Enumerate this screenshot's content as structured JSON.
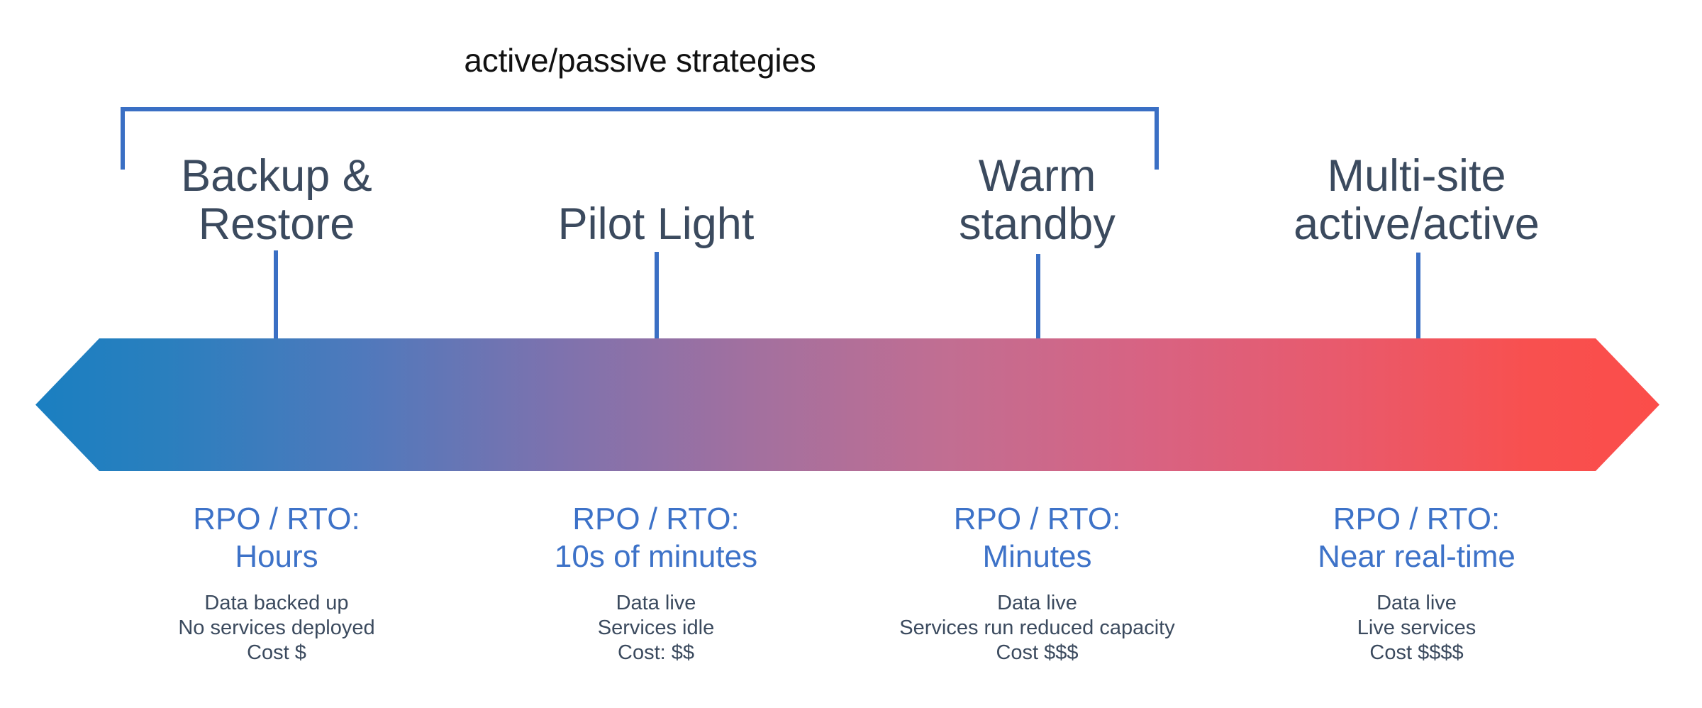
{
  "diagram": {
    "caption": "active/passive strategies",
    "bracket_label": "active/passive strategies",
    "accent_blue": "#3a6fc4",
    "heading_color": "#3b4a5e",
    "rpo_color": "#3d72c8",
    "gradient_start": "#1a7fc1",
    "gradient_end": "#fb4d4a",
    "strategies": [
      {
        "name": "Backup &\nRestore",
        "rpo_rto_label": "RPO / RTO:",
        "rpo_rto_value": "Hours",
        "rpo_rto": "RPO / RTO:\nHours",
        "details": "Data backed up\nNo services deployed\nCost $",
        "detail_lines": [
          "Data backed up",
          "No services deployed",
          "Cost $"
        ]
      },
      {
        "name": "Pilot Light",
        "rpo_rto_label": "RPO / RTO:",
        "rpo_rto_value": "10s of minutes",
        "rpo_rto": "RPO / RTO:\n10s of minutes",
        "details": "Data live\nServices idle\nCost: $$",
        "detail_lines": [
          "Data live",
          "Services idle",
          "Cost: $$"
        ]
      },
      {
        "name": "Warm\nstandby",
        "rpo_rto_label": "RPO / RTO:",
        "rpo_rto_value": "Minutes",
        "rpo_rto": "RPO / RTO:\nMinutes",
        "details": "Data live\nServices run reduced capacity\nCost $$$",
        "detail_lines": [
          "Data live",
          "Services run reduced capacity",
          "Cost $$$"
        ]
      },
      {
        "name": "Multi-site\nactive/active",
        "rpo_rto_label": "RPO / RTO:",
        "rpo_rto_value": "Near real-time",
        "rpo_rto": "RPO / RTO:\nNear real-time",
        "details": "Data live\nLive services\nCost $$$$",
        "detail_lines": [
          "Data live",
          "Live services",
          "Cost $$$$"
        ]
      }
    ]
  }
}
